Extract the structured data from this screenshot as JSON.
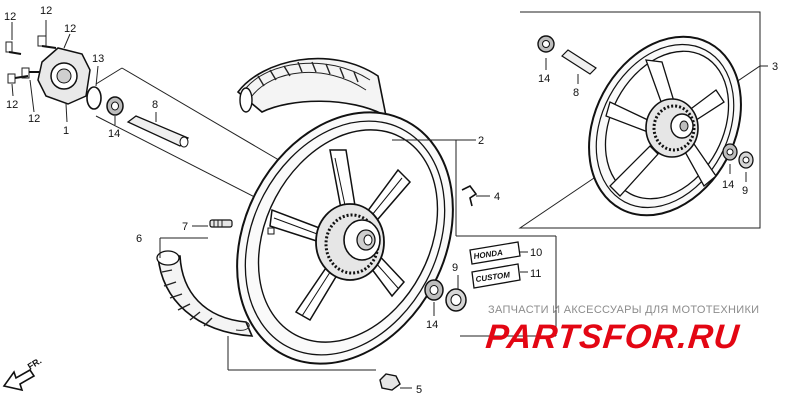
{
  "callouts": {
    "c1": "1",
    "c2": "2",
    "c3": "3",
    "c4": "4",
    "c5": "5",
    "c6": "6",
    "c7": "7",
    "c8a": "8",
    "c8b": "8",
    "c9a": "9",
    "c9b": "9",
    "c10": "10",
    "c11": "11",
    "c12a": "12",
    "c12b": "12",
    "c12c": "12",
    "c12d": "12",
    "c13": "13",
    "c14a": "14",
    "c14b": "14",
    "c14c": "14",
    "c14d": "14"
  },
  "emblems": {
    "honda": "HONDA",
    "custom": "CUSTOM"
  },
  "direction": {
    "label": "FR."
  },
  "watermark": {
    "tagline": "ЗАПЧАСТИ И АКСЕССУАРЫ ДЛЯ МОТОТЕХНИКИ",
    "logo": "PARTSFOR.RU"
  }
}
